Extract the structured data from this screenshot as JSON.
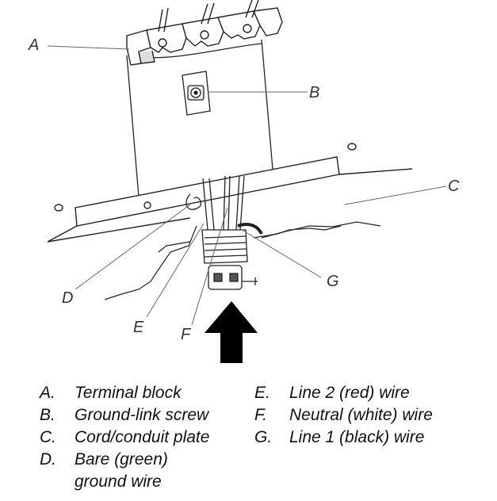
{
  "callouts": {
    "a": "A",
    "b": "B",
    "c": "C",
    "d": "D",
    "e": "E",
    "f": "F",
    "g": "G"
  },
  "legend": {
    "left": [
      {
        "key": "A.",
        "text": "Terminal block"
      },
      {
        "key": "B.",
        "text": "Ground-link screw"
      },
      {
        "key": "C.",
        "text": "Cord/conduit plate"
      },
      {
        "key": "D.",
        "text": "Bare (green)\nground wire"
      }
    ],
    "right": [
      {
        "key": "E.",
        "text": "Line 2 (red) wire"
      },
      {
        "key": "F.",
        "text": "Neutral (white) wire"
      },
      {
        "key": "G.",
        "text": "Line 1 (black) wire"
      }
    ]
  },
  "colors": {
    "line": "#222222",
    "leader": "#555555",
    "arrow": "#000000"
  }
}
